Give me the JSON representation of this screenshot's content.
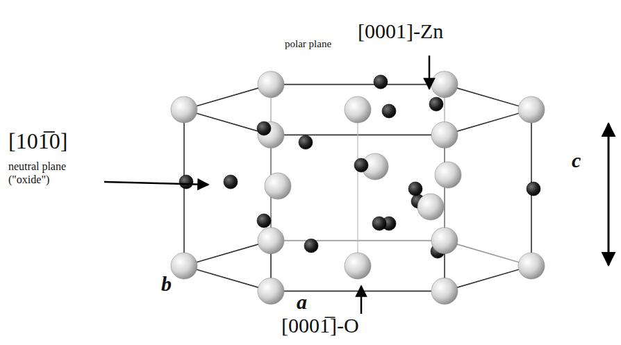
{
  "diagram": {
    "labels": [
      "polar plane",
      "[0001]-Zn",
      "[101̅0]",
      "neutral plane (\"oxide\")",
      "c",
      "b",
      "a",
      "[0001̅]-O"
    ]
  }
}
